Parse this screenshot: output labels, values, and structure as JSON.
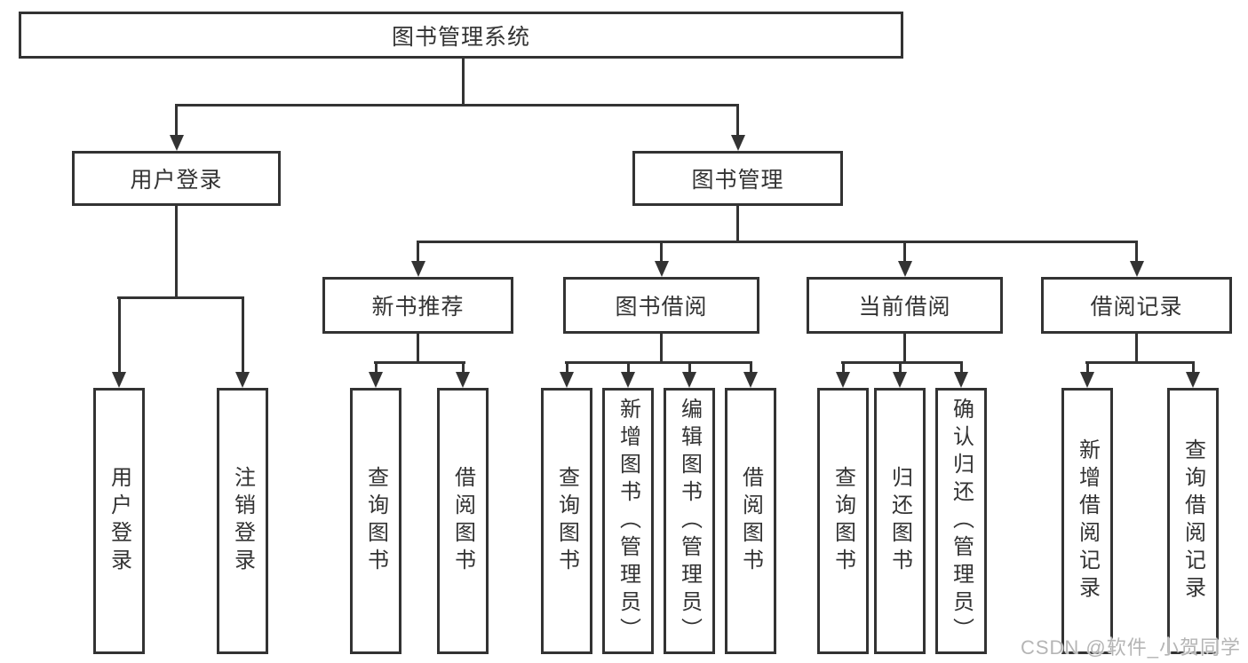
{
  "tree": {
    "label": "图书管理系统",
    "children": [
      {
        "label": "用户登录",
        "children": [
          {
            "label": "用户登录"
          },
          {
            "label": "注销登录"
          }
        ]
      },
      {
        "label": "图书管理",
        "children": [
          {
            "label": "新书推荐",
            "children": [
              {
                "label": "查询图书"
              },
              {
                "label": "借阅图书"
              }
            ]
          },
          {
            "label": "图书借阅",
            "children": [
              {
                "label": "查询图书"
              },
              {
                "label": "新增图书（管理员）"
              },
              {
                "label": "编辑图书（管理员）"
              },
              {
                "label": "借阅图书"
              }
            ]
          },
          {
            "label": "当前借阅",
            "children": [
              {
                "label": "查询图书"
              },
              {
                "label": "归还图书"
              },
              {
                "label": "确认归还（管理员）"
              }
            ]
          },
          {
            "label": "借阅记录",
            "children": [
              {
                "label": "新增借阅记录"
              },
              {
                "label": "查询借阅记录"
              }
            ]
          }
        ]
      }
    ]
  },
  "watermark": {
    "text": "CSDN @软件_小贺同学"
  },
  "colors": {
    "background": "#ffffff",
    "box_fill": "#ffffff",
    "box_border": "#333333",
    "line": "#333333",
    "text": "#333333",
    "watermark": "#b5b5b5"
  }
}
